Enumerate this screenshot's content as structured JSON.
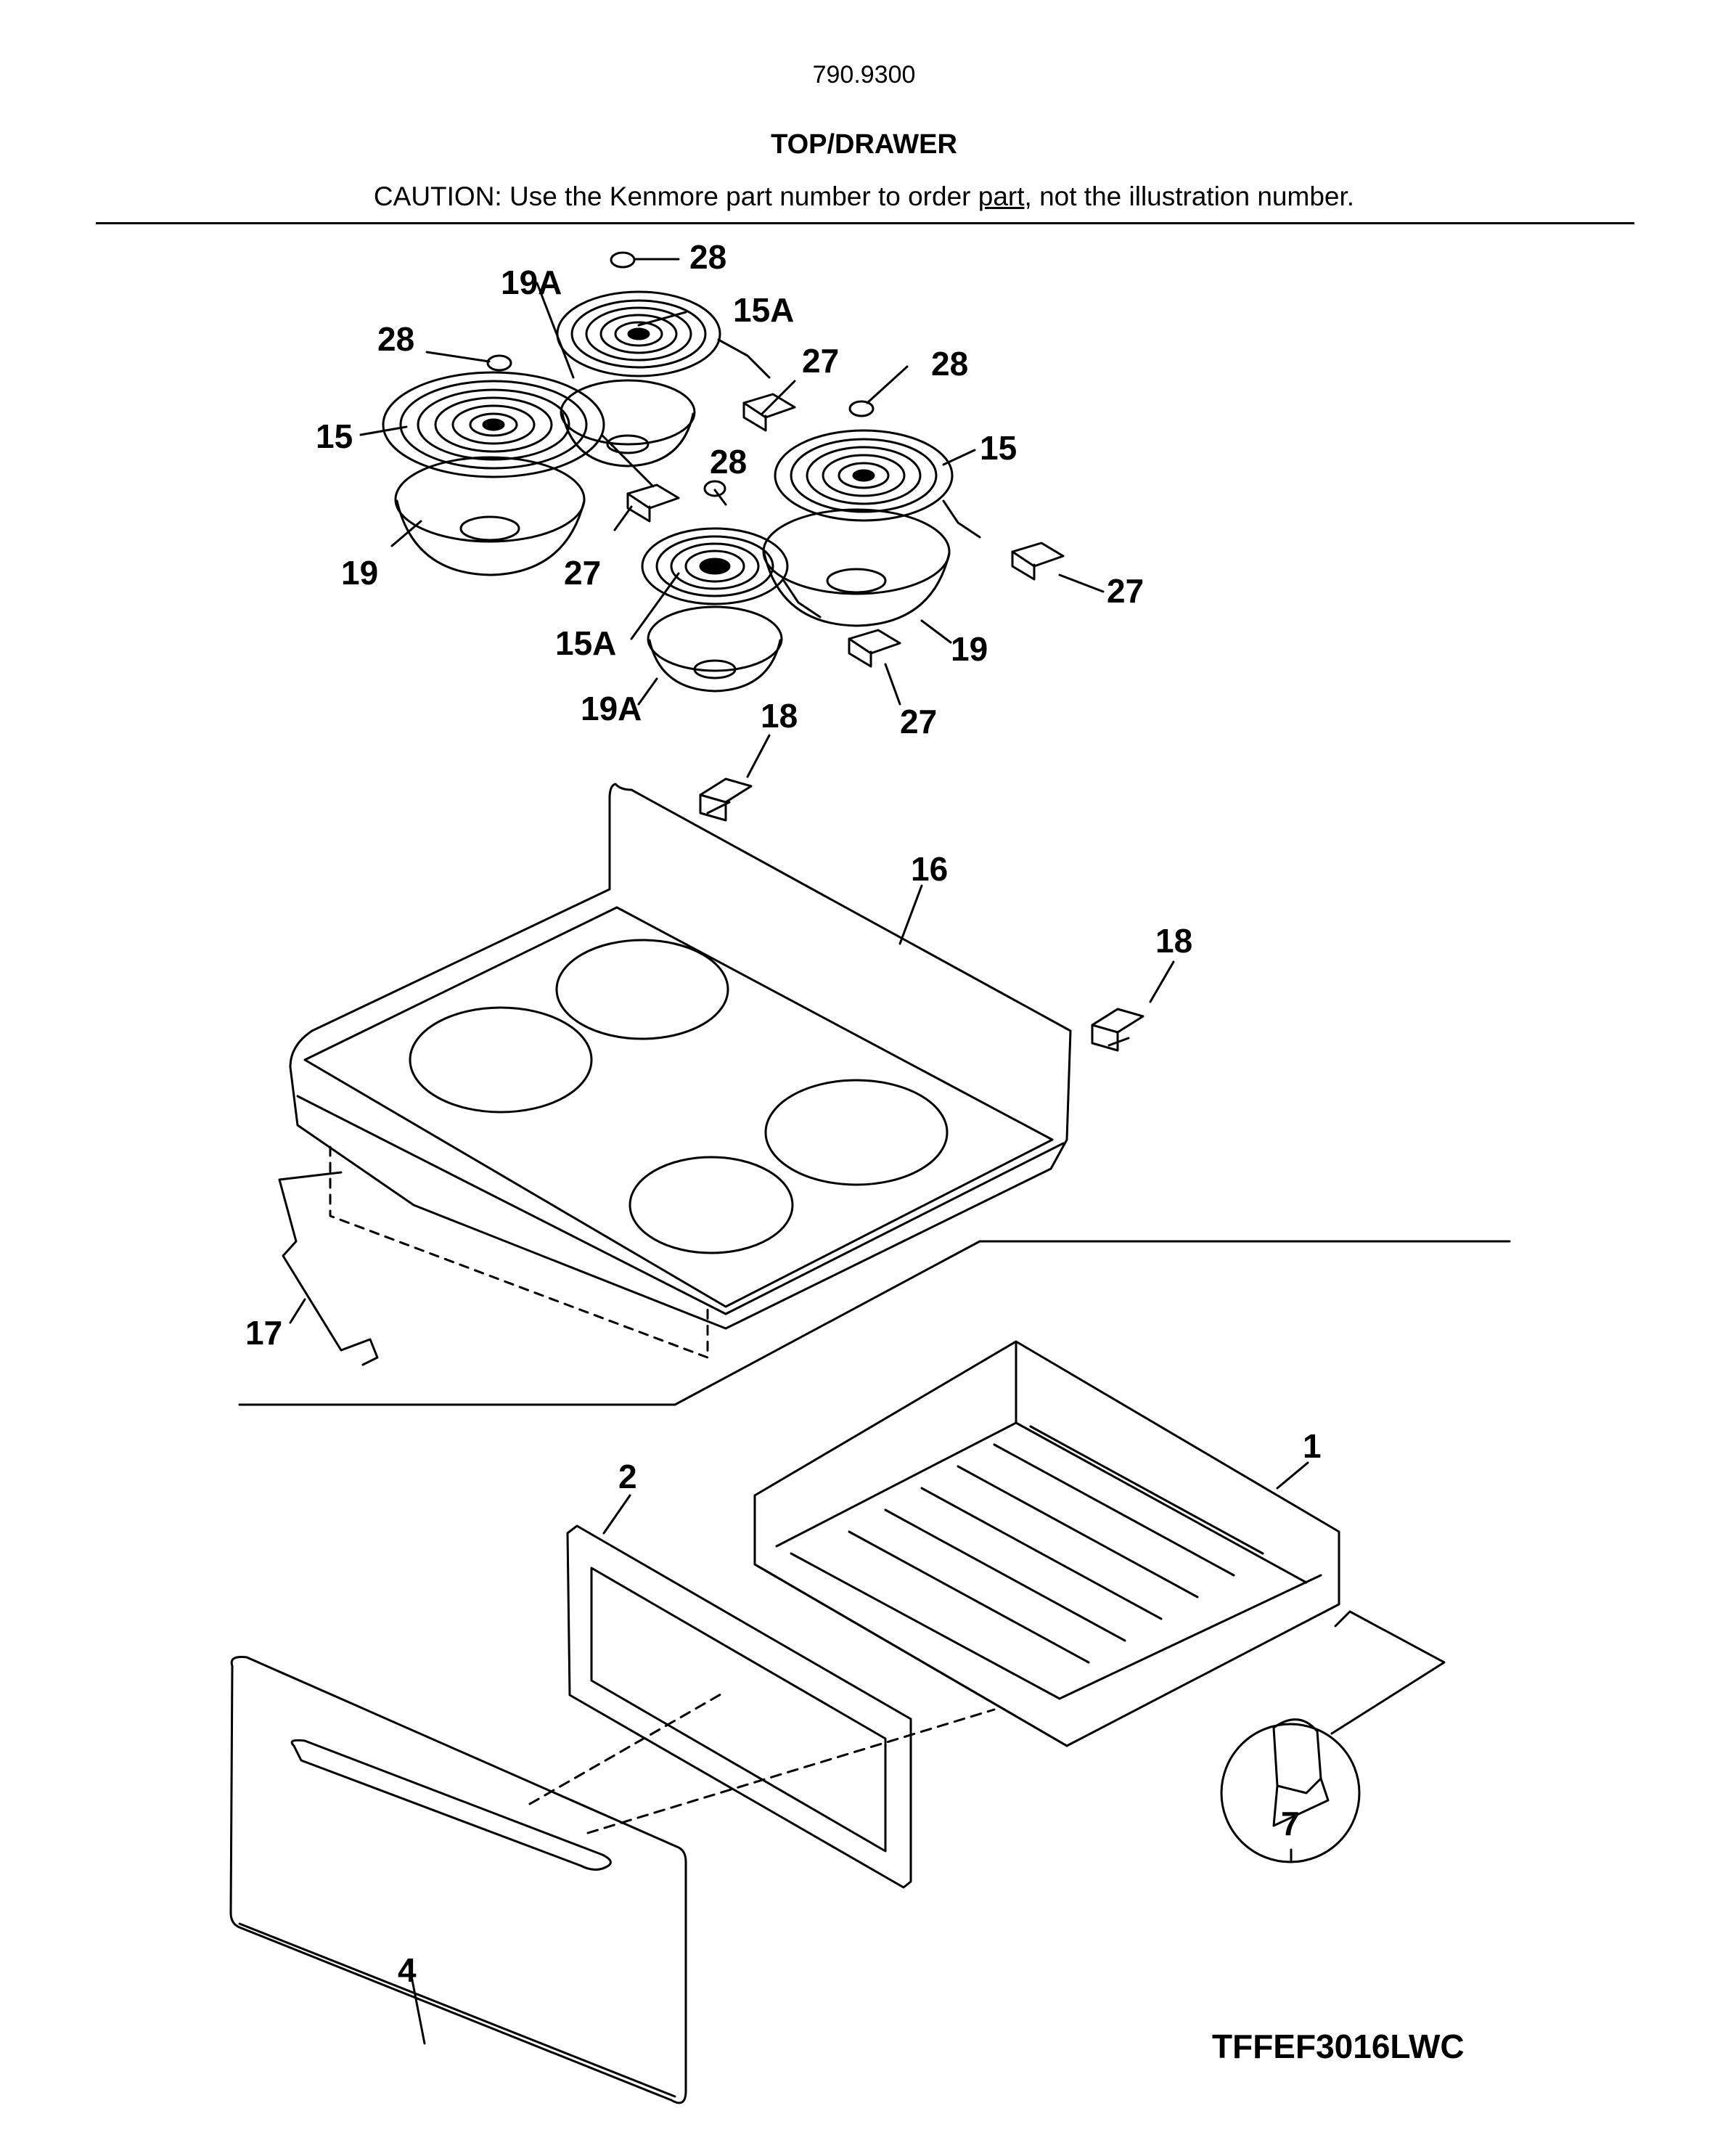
{
  "header": {
    "model_number": "790.9300",
    "section_title": "TOP/DRAWER",
    "caution_prefix": "CAUTION: Use the Kenmore part number to order ",
    "caution_underlined": "part",
    "caution_suffix": ", not the illustration number."
  },
  "callouts": [
    "28",
    "19A",
    "15A",
    "28",
    "27",
    "28",
    "15",
    "15",
    "28",
    "19",
    "27",
    "27",
    "15A",
    "19",
    "19A",
    "27",
    "18",
    "16",
    "18",
    "17",
    "1",
    "2",
    "7",
    "4"
  ],
  "footer": {
    "model": "TFFEF3016LWC"
  }
}
